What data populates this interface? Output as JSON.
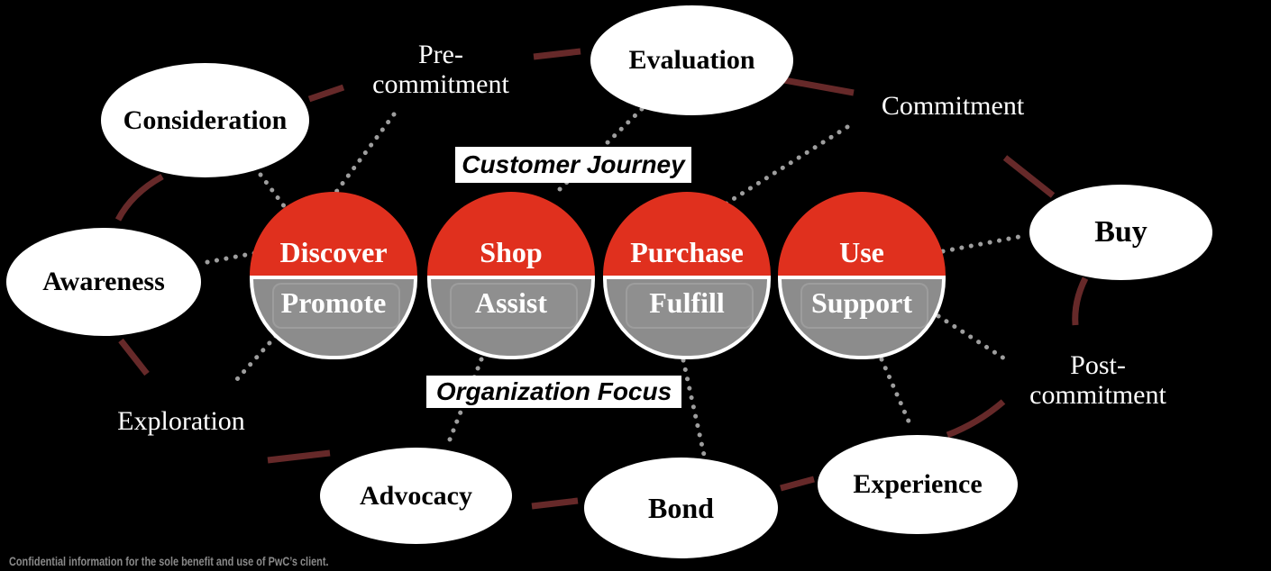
{
  "titles": {
    "customer_journey": "Customer Journey",
    "organization_focus": "Organization Focus"
  },
  "journey_circles": [
    {
      "top": "Discover",
      "bottom": "Promote"
    },
    {
      "top": "Shop",
      "bottom": "Assist"
    },
    {
      "top": "Purchase",
      "bottom": "Fulfill"
    },
    {
      "top": "Use",
      "bottom": "Support"
    }
  ],
  "outer_stages": [
    {
      "label": "Consideration"
    },
    {
      "label": "Evaluation"
    },
    {
      "label": "Buy"
    },
    {
      "label": "Experience"
    },
    {
      "label": "Bond"
    },
    {
      "label": "Advocacy"
    },
    {
      "label": "Awareness"
    }
  ],
  "phases": {
    "pre": "Pre-\ncommitment",
    "commitment": "Commitment",
    "post": "Post-\ncommitment",
    "exploration": "Exploration"
  },
  "footer": "Confidential information for the sole benefit and use of PwC’s client.",
  "colors": {
    "background": "#000000",
    "red": "#E0301E",
    "gray": "#8C8C8C",
    "ring": "#662929",
    "dots": "#9E9E9E",
    "node_fill": "#FFFFFF",
    "node_text": "#000000",
    "phase_text": "#FFFFFF",
    "footer_text": "#8A8A8A"
  }
}
